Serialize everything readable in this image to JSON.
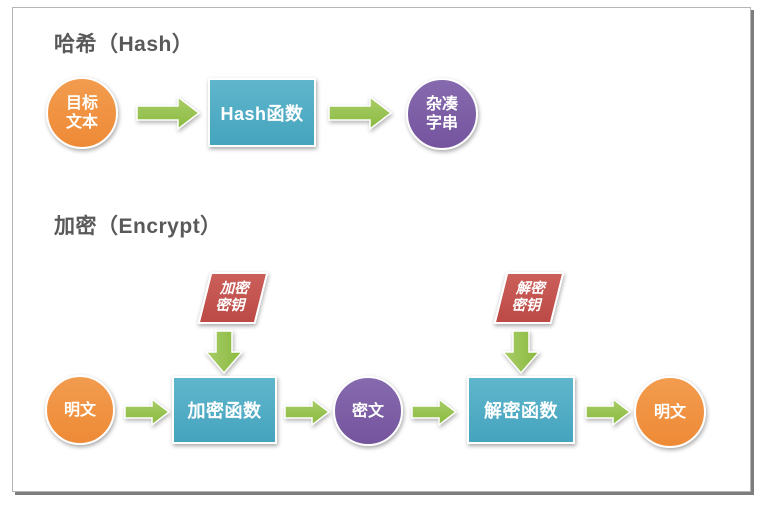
{
  "frame": {
    "background": "#ffffff",
    "border_color": "#b5b5b5",
    "shadow_color": "#7d7d7d"
  },
  "hash": {
    "title": "哈希（Hash）",
    "input_circle": {
      "line1": "目标",
      "line2": "文本"
    },
    "function_box": {
      "label": "Hash函数"
    },
    "output_circle": {
      "line1": "杂凑",
      "line2": "字串"
    }
  },
  "encrypt": {
    "title": "加密（Encrypt）",
    "encrypt_key": {
      "line1": "加密",
      "line2": "密钥"
    },
    "decrypt_key": {
      "line1": "解密",
      "line2": "密钥"
    },
    "plaintext_input": {
      "label": "明文"
    },
    "encrypt_box": {
      "label": "加密函数"
    },
    "ciphertext_circle": {
      "label": "密文"
    },
    "decrypt_box": {
      "label": "解密函数"
    },
    "plaintext_output": {
      "label": "明文"
    }
  },
  "colors": {
    "orange_circle": "#EF8E3D",
    "teal_box": "#49A8C1",
    "purple_circle": "#7A5BA3",
    "red_key": "#C1504C",
    "green_arrow": "#8FBE45",
    "title_text": "#595959",
    "shape_text": "#FFFFFF"
  }
}
